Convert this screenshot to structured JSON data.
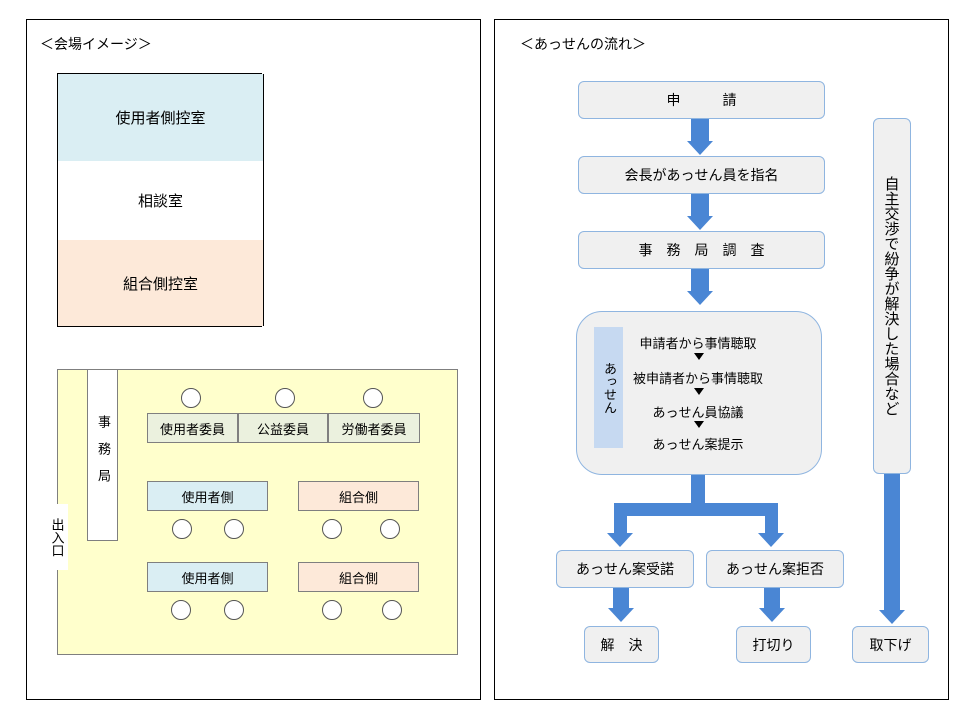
{
  "venue": {
    "title": "＜会場イメージ＞",
    "rooms": [
      {
        "label": "使用者側控室",
        "color": "#daeef3"
      },
      {
        "label": "相談室",
        "color": "#ffffff"
      },
      {
        "label": "組合側控室",
        "color": "#fde9d9"
      }
    ],
    "office": "事務局",
    "entrance": "出入口",
    "committee": [
      "使用者委員",
      "公益委員",
      "労働者委員"
    ],
    "rows": [
      {
        "employer": "使用者側",
        "union": "組合側"
      },
      {
        "employer": "使用者側",
        "union": "組合側"
      }
    ],
    "colors": {
      "floor": "#ffffcc",
      "committee": "#ebf1de",
      "employer": "#daeef3",
      "union": "#fde9d9"
    }
  },
  "flow": {
    "title": "＜あっせんの流れ＞",
    "steps": [
      "申　　　請",
      "会長があっせん員を指名",
      "事　務　局　調　査"
    ],
    "mediation_label": "あっせん",
    "mediation_steps": [
      "申請者から事情聴取",
      "被申請者から事情聴取",
      "あっせん員協議",
      "あっせん案提示"
    ],
    "accept": "あっせん案受諾",
    "reject": "あっせん案拒否",
    "resolved": "解　決",
    "terminated": "打切り",
    "side_box": "自主交渉で紛争が解決した場合など",
    "withdrawal": "取下げ",
    "colors": {
      "arrow": "#4a86d4",
      "box": "#f0f0f0",
      "box_border": "#8fb5e0",
      "label_bg": "#c6d9f1"
    }
  }
}
